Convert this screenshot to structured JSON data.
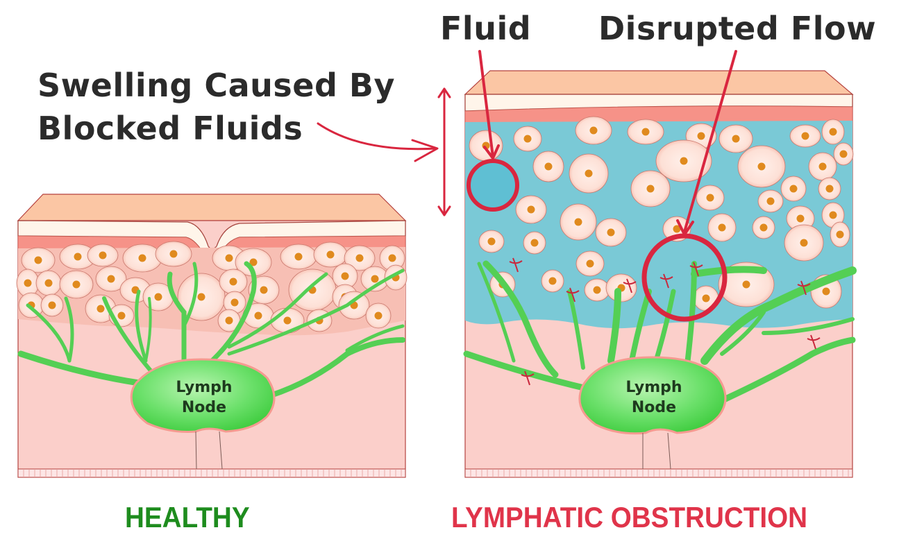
{
  "annotations": {
    "swelling_line1": "Swelling Caused By",
    "swelling_line2": "Blocked Fluids",
    "fluid": "Fluid",
    "disrupted_flow": "Disrupted Flow"
  },
  "panels": {
    "healthy": {
      "caption": "HEALTHY",
      "node_line1": "Lymph",
      "node_line2": "Node"
    },
    "obstruction": {
      "caption": "LYMPHATIC OBSTRUCTION",
      "node_line1": "Lymph",
      "node_line2": "Node"
    }
  },
  "colors": {
    "healthy_caption": "#1e8c1e",
    "obstruction_caption": "#e0344a",
    "annotation_red": "#d9263f",
    "text_dark": "#2b2b2b",
    "skin_top": "#fbc8a8",
    "tissue": "#fbd0cc",
    "fluid_blue": "#6fc6d8",
    "lymph_green": "#4fd84f",
    "nucleus": "#e08a1e"
  }
}
